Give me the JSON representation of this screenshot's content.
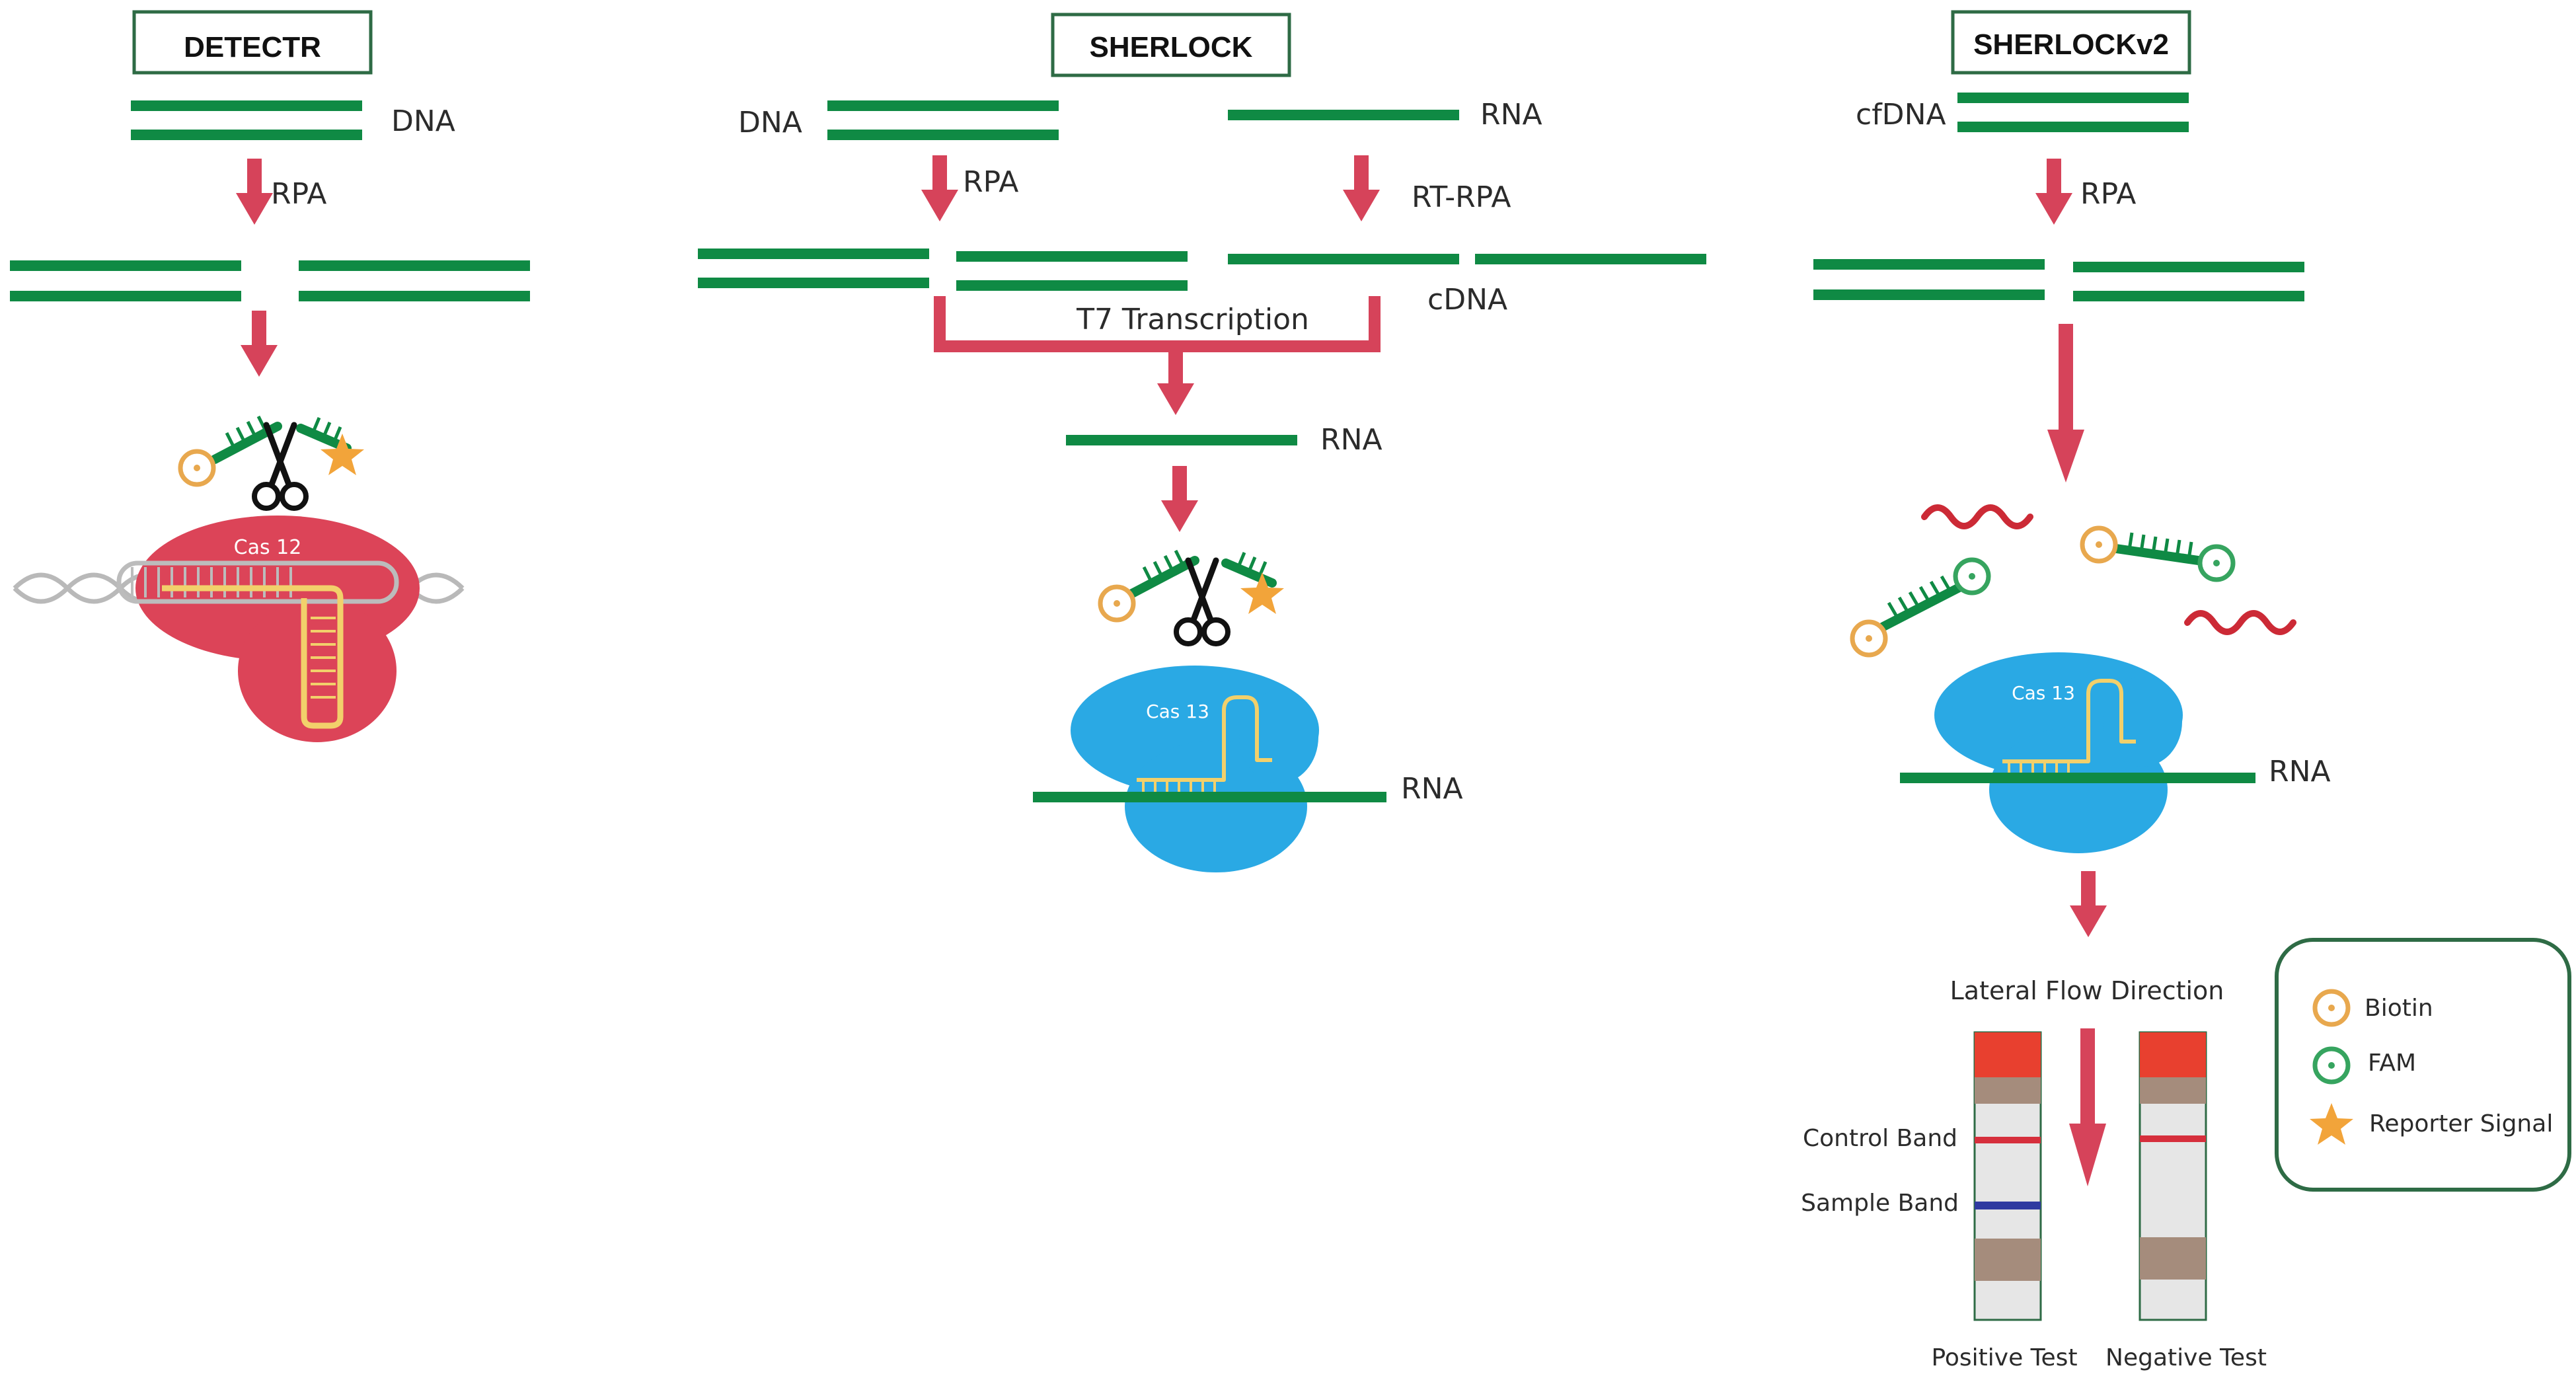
{
  "colors": {
    "strand": "#0f8a44",
    "arrow": "#d6435a",
    "cas12": "#dc4458",
    "cas13": "#2aa9e4",
    "guide": "#f2d06b",
    "biotin": "#e8a84e",
    "fam": "#36a45f",
    "reporter": "#f2a43a",
    "box_border": "#2e6b45",
    "control_band": "#d62f3c",
    "sample_band": "#2f3aa0",
    "strip_top": "#e8402f",
    "strip_brown": "#a58c7c",
    "strip_body": "#e6e6e6"
  },
  "detectr": {
    "title": "DETECTR",
    "dna": "DNA",
    "rpa": "RPA",
    "cas": "Cas 12"
  },
  "sherlock": {
    "title": "SHERLOCK",
    "dna": "DNA",
    "rna_top": "RNA",
    "rpa": "RPA",
    "rtrpa": "RT-RPA",
    "cdna": "cDNA",
    "t7": "T7 Transcription",
    "rna_mid": "RNA",
    "rna_target": "RNA",
    "cas": "Cas 13"
  },
  "sherlockv2": {
    "title": "SHERLOCKv2",
    "cfdna": "cfDNA",
    "rpa": "RPA",
    "rna_target": "RNA",
    "cas": "Cas 13",
    "lateral_flow": "Lateral Flow Direction",
    "control_band": "Control Band",
    "sample_band": "Sample Band",
    "positive": "Positive Test",
    "negative": "Negative Test"
  },
  "legend": {
    "biotin": "Biotin",
    "fam": "FAM",
    "reporter": "Reporter Signal"
  },
  "icons": {
    "scissors": "scissors-icon",
    "biotin": "biotin-icon",
    "fam": "fam-icon",
    "reporter": "star-icon"
  }
}
